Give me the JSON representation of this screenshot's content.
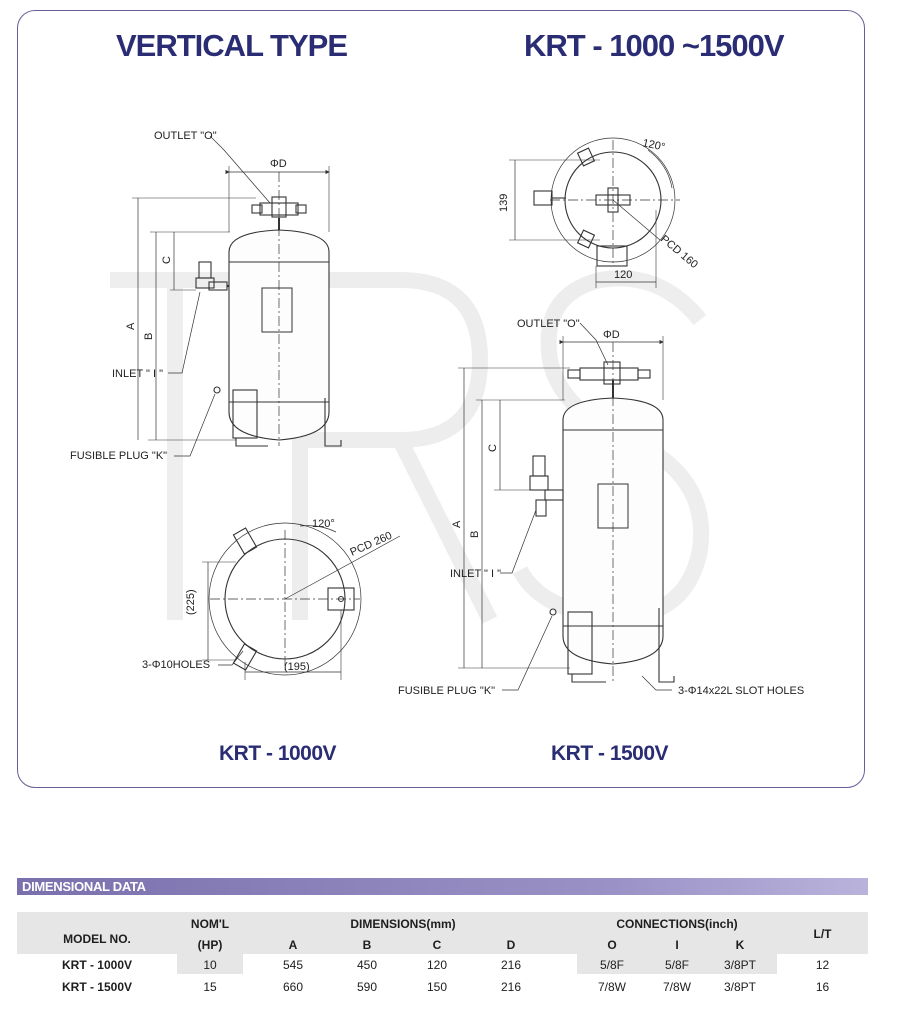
{
  "header": {
    "left_title": "VERTICAL TYPE",
    "right_title": "KRT - 1000 ~1500V"
  },
  "drawings": {
    "krt1000": {
      "caption": "KRT - 1000V",
      "outlet": "OUTLET \"O\"",
      "inlet": "INLET \" I \"",
      "fusible": "FUSIBLE PLUG \"K\"",
      "dia": "ΦD",
      "dim_a": "A",
      "dim_b": "B",
      "dim_c": "C",
      "angle": "120°",
      "pcd": "PCD 260",
      "dim_225": "(225)",
      "dim_195": "(195)",
      "holes": "3-Φ10HOLES"
    },
    "krt1500": {
      "caption": "KRT - 1500V",
      "outlet": "OUTLET \"O\"",
      "inlet": "INLET \" I \"",
      "fusible": "FUSIBLE PLUG \"K\"",
      "dia": "ΦD",
      "dim_a": "A",
      "dim_b": "B",
      "dim_c": "C",
      "angle": "120°",
      "pcd": "PCD 160",
      "dim_139": "139",
      "dim_120": "120",
      "holes": "3-Φ14x22L SLOT HOLES"
    }
  },
  "dimensional": {
    "section_title": "DIMENSIONAL DATA",
    "headers": {
      "model": "MODEL NO.",
      "noml": "NOM'L",
      "hp": "(HP)",
      "dimensions": "DIMENSIONS(mm)",
      "a": "A",
      "b": "B",
      "c": "C",
      "d": "D",
      "connections": "CONNECTIONS(inch)",
      "o": "O",
      "i": "I",
      "k": "K",
      "lt": "L/T"
    },
    "rows": [
      {
        "model": "KRT - 1000V",
        "hp": "10",
        "a": "545",
        "b": "450",
        "c": "120",
        "d": "216",
        "o": "5/8F",
        "i": "5/8F",
        "k": "3/8PT",
        "lt": "12"
      },
      {
        "model": "KRT - 1500V",
        "hp": "15",
        "a": "660",
        "b": "590",
        "c": "150",
        "d": "216",
        "o": "7/8W",
        "i": "7/8W",
        "k": "3/8PT",
        "lt": "16"
      }
    ]
  }
}
